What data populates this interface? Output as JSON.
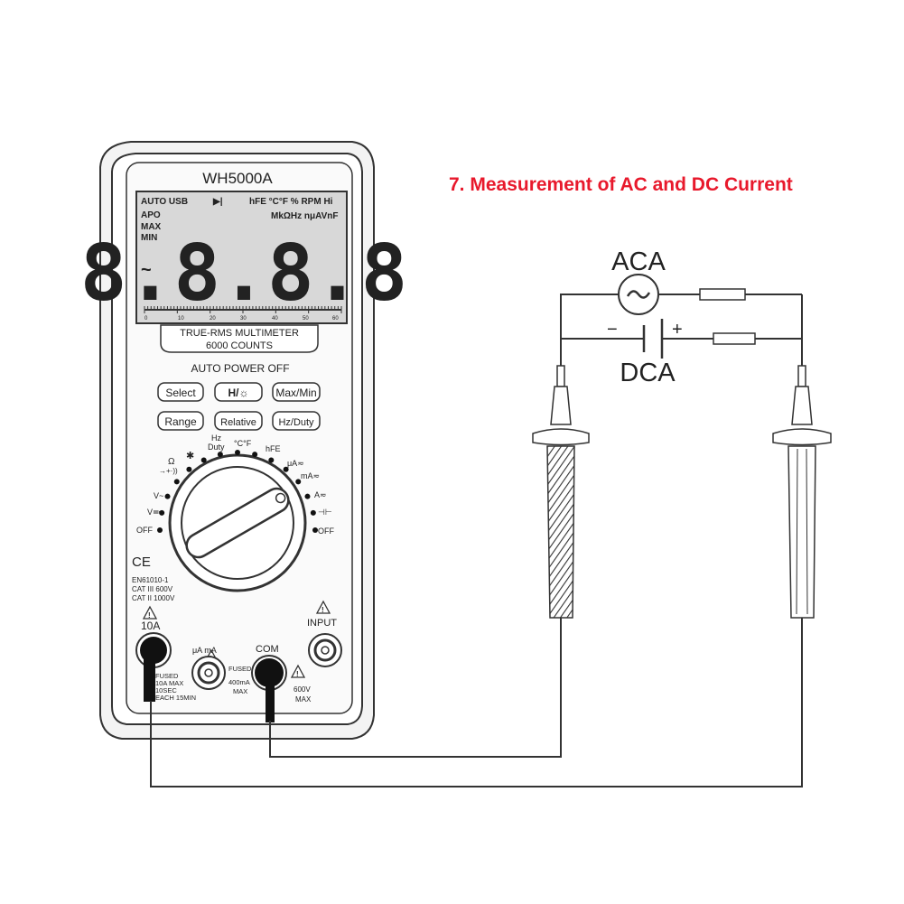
{
  "title": "7. Measurement of AC and DC Current",
  "colors": {
    "title": "#e8192c",
    "stroke": "#333333",
    "lcd": "#d4d4d4",
    "body": "#eeeeee"
  },
  "meter": {
    "model": "WH5000A",
    "lcd": {
      "top_left": "AUTO USB",
      "top_right": "hFE °C°F % RPM Hi",
      "row2_left": "APO",
      "row2_right": "MkΩHz nμAVnF",
      "max": "MAX",
      "min": "MIN",
      "digits": "8.8.8.8",
      "scale": [
        "0",
        "10",
        "20",
        "30",
        "40",
        "50",
        "60"
      ]
    },
    "subtitle1": "TRUE-RMS MULTIMETER",
    "subtitle2": "6000 COUNTS",
    "auto_power_off": "AUTO POWER OFF",
    "buttons": {
      "select": "Select",
      "hold_light": "H/☼",
      "max_min": "Max/Min",
      "range": "Range",
      "relative": "Relative",
      "hz_duty": "Hz/Duty"
    },
    "dial_labels": {
      "hz": "Hz",
      "duty": "Duty",
      "temp": "°C°F",
      "hfe": "hFE",
      "diode": "✱",
      "ohm": "Ω",
      "cont": "→+·))",
      "ua": "μA≂",
      "ma": "mA≂",
      "a": "A≂",
      "cap": "⊣⊢",
      "off_left": "OFF",
      "off_right": "OFF",
      "vac": "V~",
      "vdc": "V≕"
    },
    "ce": "CE",
    "standards": [
      "EN61010-1",
      "CAT III 600V",
      "CAT II 1000V"
    ],
    "terminals": {
      "ten_a": "10A",
      "ten_a_notes": [
        "FUSED",
        "10A MAX",
        "10SEC",
        "EACH 15MIN"
      ],
      "ua_ma": "μA  mA",
      "ua_ma_notes": [
        "FUSED",
        "400mA",
        "MAX"
      ],
      "com": "COM",
      "input": "INPUT",
      "input_notes": [
        "600V",
        "MAX"
      ]
    }
  },
  "circuit": {
    "aca": "ACA",
    "dca": "DCA",
    "minus": "−",
    "plus": "+"
  }
}
